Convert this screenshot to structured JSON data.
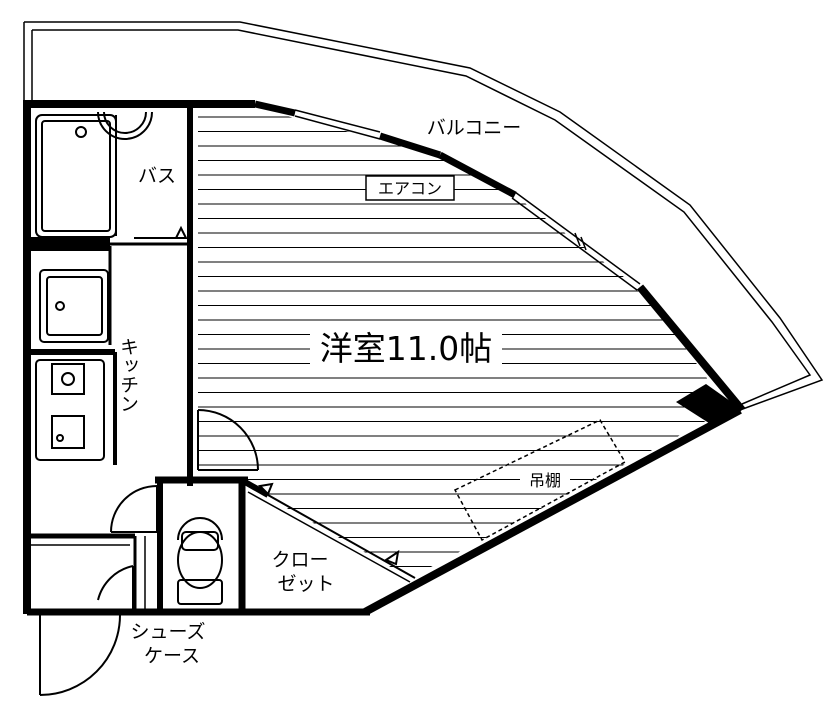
{
  "rooms": {
    "main_room": "洋室11.0帖",
    "balcony": "バルコニー",
    "bath": "バス",
    "kitchen": "キッチン",
    "closet_line1": "クロー",
    "closet_line2": "ゼット",
    "shoes_line1": "シューズ",
    "shoes_line2": "ケース",
    "hanging_shelf": "吊棚",
    "aircon": "エアコン"
  },
  "colors": {
    "wall": "#000000",
    "background": "#ffffff",
    "hatch": "#000000"
  }
}
